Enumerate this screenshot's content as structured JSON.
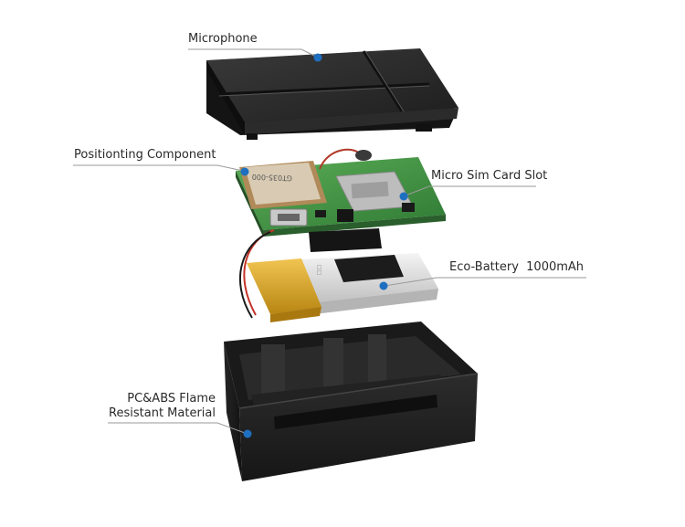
{
  "callouts": {
    "microphone": "Microphone",
    "positioning": "Positionting Component",
    "sim_slot": "Micro Sim Card Slot",
    "battery": "Eco-Battery  1000mAh",
    "material_line1": "PC&ABS Flame",
    "material_line2": "Resistant Material"
  },
  "pcb_marking": "GT035-000",
  "colors": {
    "dot": "#1e6fc0",
    "leader": "#9a9a9a",
    "casing": "#232323",
    "pcb": "#4a9c4a",
    "battery_wrap": "#d9a520",
    "battery_body": "#e4e4e4"
  }
}
